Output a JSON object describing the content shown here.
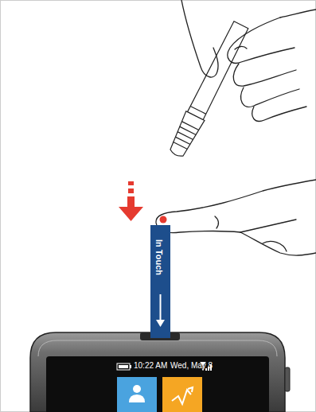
{
  "diagram": {
    "nodes": [
      {
        "text": [
          "In Touch"
        ]
      },
      {
        "text": [
          "10:22 AM",
          "Wed, May 8"
        ]
      }
    ]
  }
}
